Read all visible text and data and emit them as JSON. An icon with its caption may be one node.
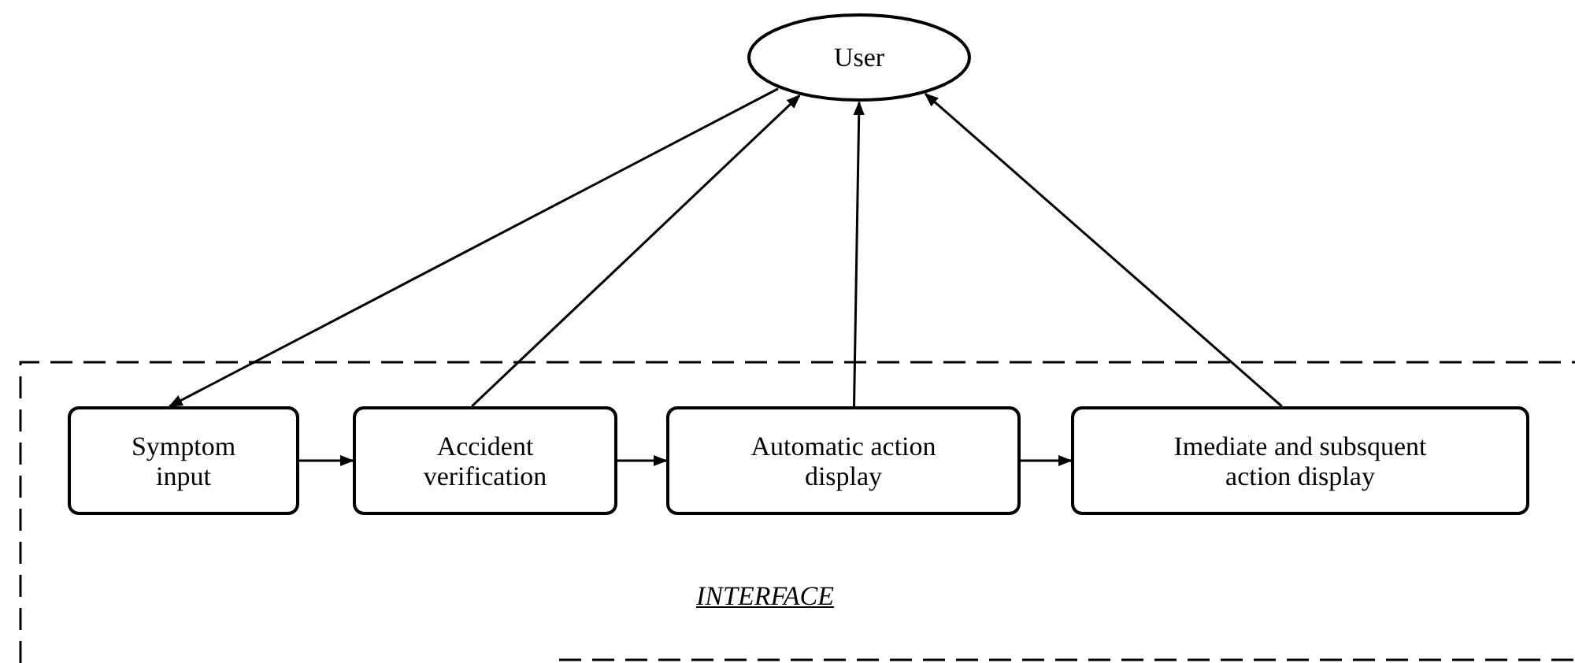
{
  "diagram": {
    "nodes": [
      {
        "text": [
          "User"
        ]
      },
      {
        "text": [
          "INTERFACE"
        ]
      },
      {
        "text": [
          "Symptom input"
        ],
        "in": 1
      },
      {
        "text": [
          "Accident verification"
        ],
        "in": 1
      },
      {
        "text": [
          "Automatic action display"
        ],
        "in": 1
      },
      {
        "text": [
          "Imediate and subsquent action display"
        ],
        "in": 1
      }
    ],
    "edges": [
      {
        "from": 0,
        "to": 2,
        "arrow": "to"
      },
      {
        "from": 3,
        "to": 0,
        "arrow": "to"
      },
      {
        "from": 4,
        "to": 0,
        "arrow": "to"
      },
      {
        "from": 5,
        "to": 0,
        "arrow": "to"
      },
      {
        "from": 2,
        "to": 3,
        "arrow": "to"
      },
      {
        "from": 3,
        "to": 4,
        "arrow": "to"
      },
      {
        "from": 4,
        "to": 5,
        "arrow": "to"
      }
    ]
  }
}
